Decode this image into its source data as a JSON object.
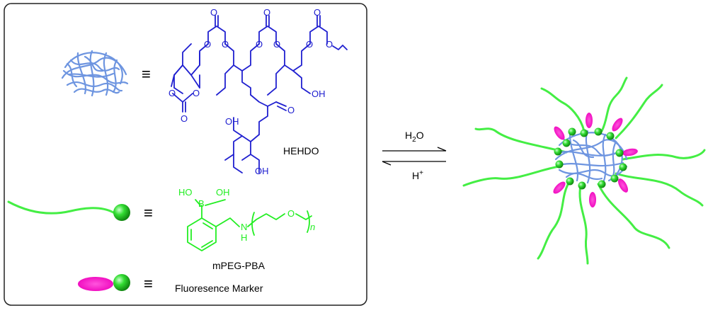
{
  "labels": {
    "hehdo": "HEHDO",
    "mpeg_pba": "mPEG-PBA",
    "fluorescence_marker": "Fluoresence Marker",
    "forward_condition_main": "H",
    "forward_condition_sub": "2",
    "forward_condition_tail": "O",
    "reverse_condition_main": "H",
    "reverse_condition_sup": "+"
  },
  "hehdo_atoms": {
    "o1": "O",
    "o2": "O",
    "o3": "O",
    "o4": "O",
    "o5": "O",
    "o6": "O",
    "o7": "O",
    "o8": "O",
    "o9": "O",
    "o10": "O",
    "o11": "O",
    "o12": "O",
    "o13": "O",
    "oh1": "OH",
    "oh2": "OH",
    "oh3": "OH"
  },
  "pba_atoms": {
    "ho": "HO",
    "oh": "OH",
    "b": "B",
    "n": "N",
    "h": "H",
    "o": "O",
    "n_sub": "n"
  },
  "equivalence_symbol": "≡",
  "colors": {
    "hehdo": "#2020d0",
    "mpeg_pba": "#22ee22",
    "network": "#6e95e0",
    "peg_tail": "#44ee44",
    "marker": "#ff00cc",
    "bead": "#22cc22"
  }
}
